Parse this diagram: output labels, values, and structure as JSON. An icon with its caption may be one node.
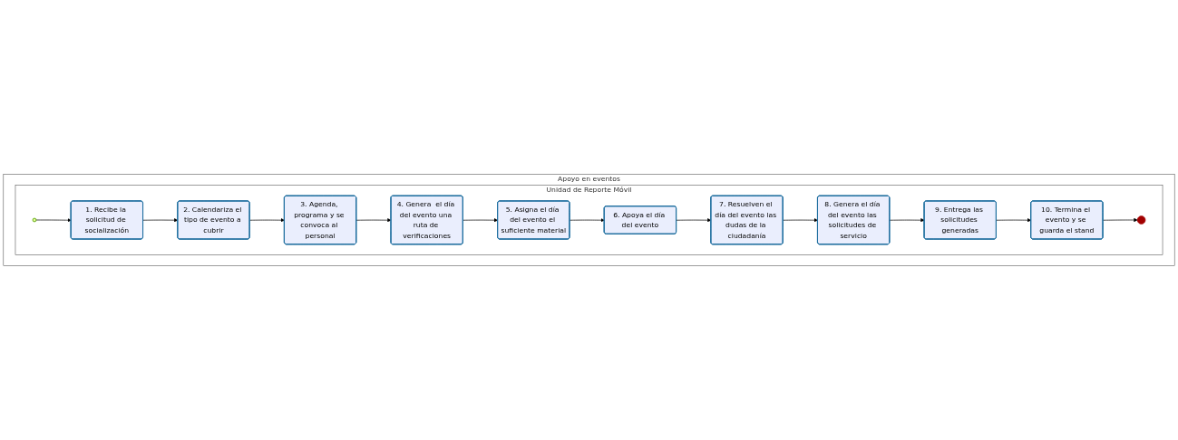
{
  "diagram": {
    "nodes": [
      {
        "text": [
          "Apoyo en eventos"
        ]
      },
      {
        "text": [
          "Unidad de Reporte Móvil"
        ],
        "in": 0
      },
      {
        "text": [],
        "shape": "circle",
        "in": 1
      },
      {
        "text": [
          "1. Recibe la solicitud de socialización"
        ],
        "in": 1
      },
      {
        "text": [
          "2. Calendariza el tipo de evento a cubrir"
        ],
        "in": 1
      },
      {
        "text": [
          "3. Agenda, programa y se convoca al personal"
        ],
        "in": 1
      },
      {
        "text": [
          "4. Genera  el día del evento una ruta de verificaciones"
        ],
        "in": 1
      },
      {
        "text": [
          "5. Asigna el día del evento el suficiente material"
        ],
        "in": 1
      },
      {
        "text": [
          "6. Apoya el día del evento"
        ],
        "in": 1
      },
      {
        "text": [
          "7. Resuelven el día del evento las dudas de la ciudadanía"
        ],
        "in": 1
      },
      {
        "text": [
          "8. Genera el día del evento las solicitudes de servicio"
        ],
        "in": 1
      },
      {
        "text": [
          "9. Entrega las solicitudes generadas"
        ],
        "in": 1
      },
      {
        "text": [
          "10. Termina el evento y se guarda el stand"
        ],
        "in": 1
      },
      {
        "text": [],
        "shape": "circle",
        "in": 1
      }
    ],
    "edges": [
      {
        "from": 2,
        "to": 3,
        "arrow": "to"
      },
      {
        "from": 3,
        "to": 4,
        "arrow": "to"
      },
      {
        "from": 4,
        "to": 5,
        "arrow": "to"
      },
      {
        "from": 5,
        "to": 6,
        "arrow": "to"
      },
      {
        "from": 6,
        "to": 7,
        "arrow": "to"
      },
      {
        "from": 7,
        "to": 8,
        "arrow": "to"
      },
      {
        "from": 8,
        "to": 9,
        "arrow": "to"
      },
      {
        "from": 9,
        "to": 10,
        "arrow": "to"
      },
      {
        "from": 10,
        "to": 11,
        "arrow": "to"
      },
      {
        "from": 11,
        "to": 12,
        "arrow": "to"
      },
      {
        "from": 12,
        "to": 13,
        "arrow": "to"
      }
    ]
  }
}
